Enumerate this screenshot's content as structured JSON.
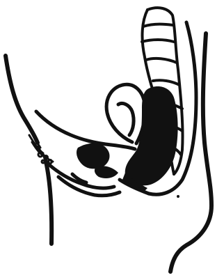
{
  "figure": {
    "ink_color": "#111111",
    "paper_color": "#ffffff",
    "parts": [
      "body-outline-back",
      "body-outline-front",
      "sacrum-vertebrae",
      "rectum",
      "uterus",
      "bladder",
      "vagina",
      "pubic-hair"
    ]
  }
}
